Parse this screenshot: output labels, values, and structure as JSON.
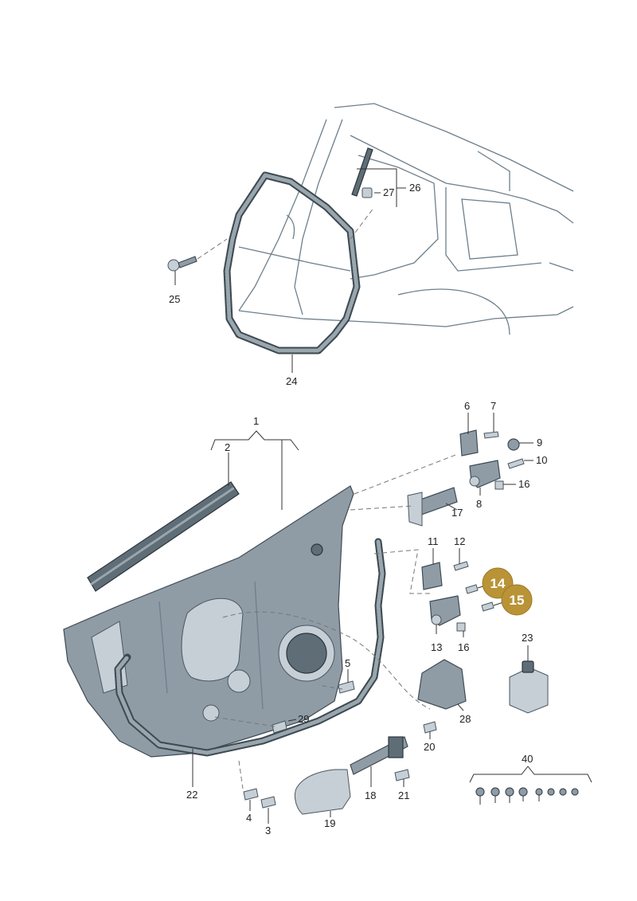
{
  "labels": {
    "p1": "1",
    "p2": "2",
    "p3": "3",
    "p4": "4",
    "p5": "5",
    "p6": "6",
    "p7": "7",
    "p8": "8",
    "p9": "9",
    "p10": "10",
    "p11": "11",
    "p12": "12",
    "p13": "13",
    "p16a": "16",
    "p16b": "16",
    "p17": "17",
    "p18": "18",
    "p19": "19",
    "p20": "20",
    "p21": "21",
    "p22": "22",
    "p23": "23",
    "p24": "24",
    "p25": "25",
    "p26": "26",
    "p27": "27",
    "p28": "28",
    "p29": "29",
    "p40": "40"
  },
  "highlighted": [
    {
      "id": "h14",
      "text": "14"
    },
    {
      "id": "h15",
      "text": "15"
    }
  ],
  "colors": {
    "highlight_badge": "#b99336",
    "part_fill": "#8f9ca6",
    "outline": "#6d7f8c"
  }
}
